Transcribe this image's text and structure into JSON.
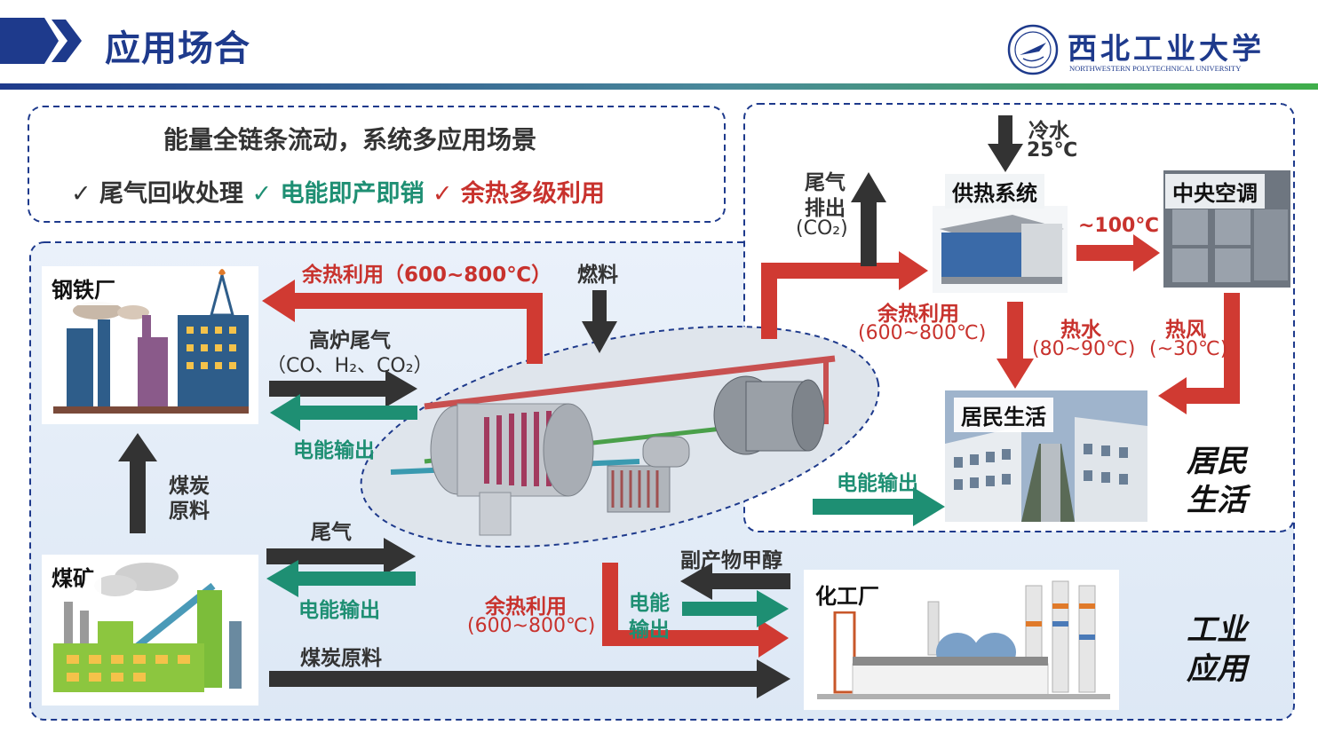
{
  "header": {
    "title": "应用场合",
    "logo_cn": "西北工业大学",
    "logo_en": "NORTHWESTERN POLYTECHNICAL UNIVERSITY"
  },
  "summary": {
    "heading": "能量全链条流动，系统多应用场景",
    "items": [
      {
        "mark": "✓",
        "text": "尾气回收处理",
        "color": "#333333"
      },
      {
        "mark": "✓",
        "text": "电能即产即销",
        "color": "#1e8f73"
      },
      {
        "mark": "✓",
        "text": "余热多级利用",
        "color": "#c8322d"
      }
    ]
  },
  "nodes": {
    "steel": "钢铁厂",
    "coal_mine": "煤矿",
    "chem": "化工厂",
    "heating": "供热系统",
    "ac": "中央空调",
    "residence": "居民生活"
  },
  "labels": {
    "waste_heat_top": "余热利用（600~800℃）",
    "fuel": "燃料",
    "blast_gas_1": "高炉尾气",
    "blast_gas_2": "（CO、H₂、CO₂）",
    "power_out": "电能输出",
    "coal_raw_1": "煤炭",
    "coal_raw_2": "原料",
    "tail_gas": "尾气",
    "power_out_mine": "电能输出",
    "coal_raw": "煤炭原料",
    "byproduct": "副产物甲醇",
    "power_out_chem_1": "电能",
    "power_out_chem_2": "输出",
    "waste_heat_bottom_1": "余热利用",
    "waste_heat_bottom_2": "(600~800℃)",
    "cold_water_1": "冷水",
    "cold_water_2": "25℃",
    "exhaust_1": "尾气",
    "exhaust_2": "排出",
    "exhaust_3": "(CO₂)",
    "temp_100": "~100℃",
    "waste_heat_right_1": "余热利用",
    "waste_heat_right_2": "(600~800℃)",
    "hot_water_1": "热水",
    "hot_water_2": "(80~90℃)",
    "hot_air_1": "热风",
    "hot_air_2": "(~30℃)",
    "power_out_res": "电能输出",
    "residential_1": "居民",
    "residential_2": "生活",
    "industrial_1": "工业",
    "industrial_2": "应用"
  },
  "colors": {
    "red": "#c8322d",
    "green": "#1e8f73",
    "dark": "#333333",
    "navy": "#1e3a8c"
  }
}
